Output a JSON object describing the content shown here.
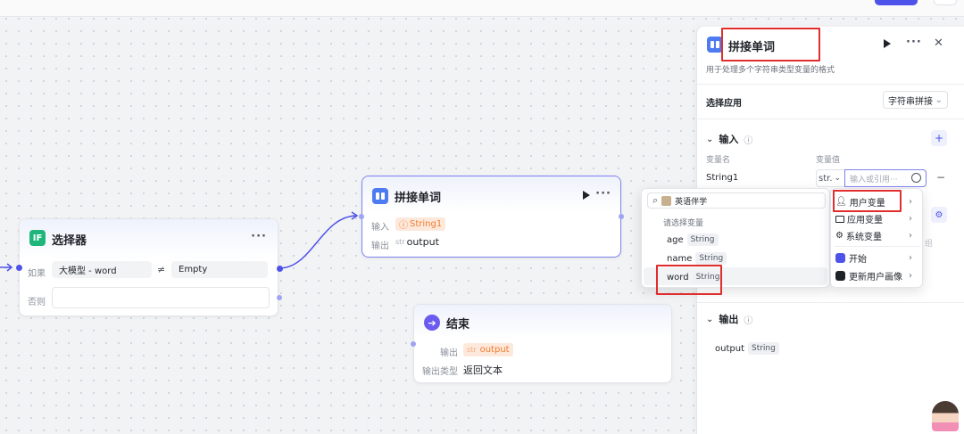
{
  "selector_node": {
    "icon_text": "IF",
    "title": "选择器",
    "more": "···",
    "if_label": "如果",
    "left_operand": "大模型  -  word",
    "operator": "≠",
    "right_operand": "Empty",
    "else_label": "否则"
  },
  "concat_node": {
    "title": "拼接单词",
    "more": "···",
    "input_label": "输入",
    "input_var": "String1",
    "output_label": "输出",
    "output_prefix": "str",
    "output_var": "output"
  },
  "end_node": {
    "title": "结束",
    "output_label": "输出",
    "output_prefix": "str",
    "output_var": "output",
    "output_type_label": "输出类型",
    "output_type_value": "返回文本"
  },
  "variable_picker": {
    "search_value": "英语伴学",
    "hint": "请选择变量",
    "items": [
      {
        "name": "age",
        "type": "String"
      },
      {
        "name": "name",
        "type": "String"
      },
      {
        "name": "word",
        "type": "String"
      }
    ]
  },
  "source_menu": {
    "items": [
      {
        "label": "用户变量",
        "icon": "user-icon"
      },
      {
        "label": "应用变量",
        "icon": "folder-icon"
      },
      {
        "label": "系统变量",
        "icon": "gear-icon"
      },
      {
        "label": "开始",
        "icon": "start-node-icon"
      },
      {
        "label": "更新用户画像",
        "icon": "profile-node-icon"
      }
    ]
  },
  "side_panel": {
    "title": "拼接单词",
    "more": "···",
    "close": "✕",
    "description": "用于处理多个字符串类型变量的格式",
    "select_app_label": "选择应用",
    "select_app_value": "字符串拼接",
    "input_section": "输入",
    "add": "+",
    "col_var_name": "变量名",
    "col_var_value": "变量值",
    "row_name": "String1",
    "row_type": "str.",
    "row_placeholder": "输入或引用···",
    "minus": "−",
    "partial_text": "组",
    "output_section": "输出",
    "output_name": "output",
    "output_type": "String"
  },
  "colors": {
    "primary": "#4d53e8",
    "highlight": "#e02d2d",
    "variable_orange": "#f27b2c",
    "selector_icon": "#1fb67c",
    "concat_icon": "#4d7cf2",
    "end_icon": "#6b5cf0"
  }
}
